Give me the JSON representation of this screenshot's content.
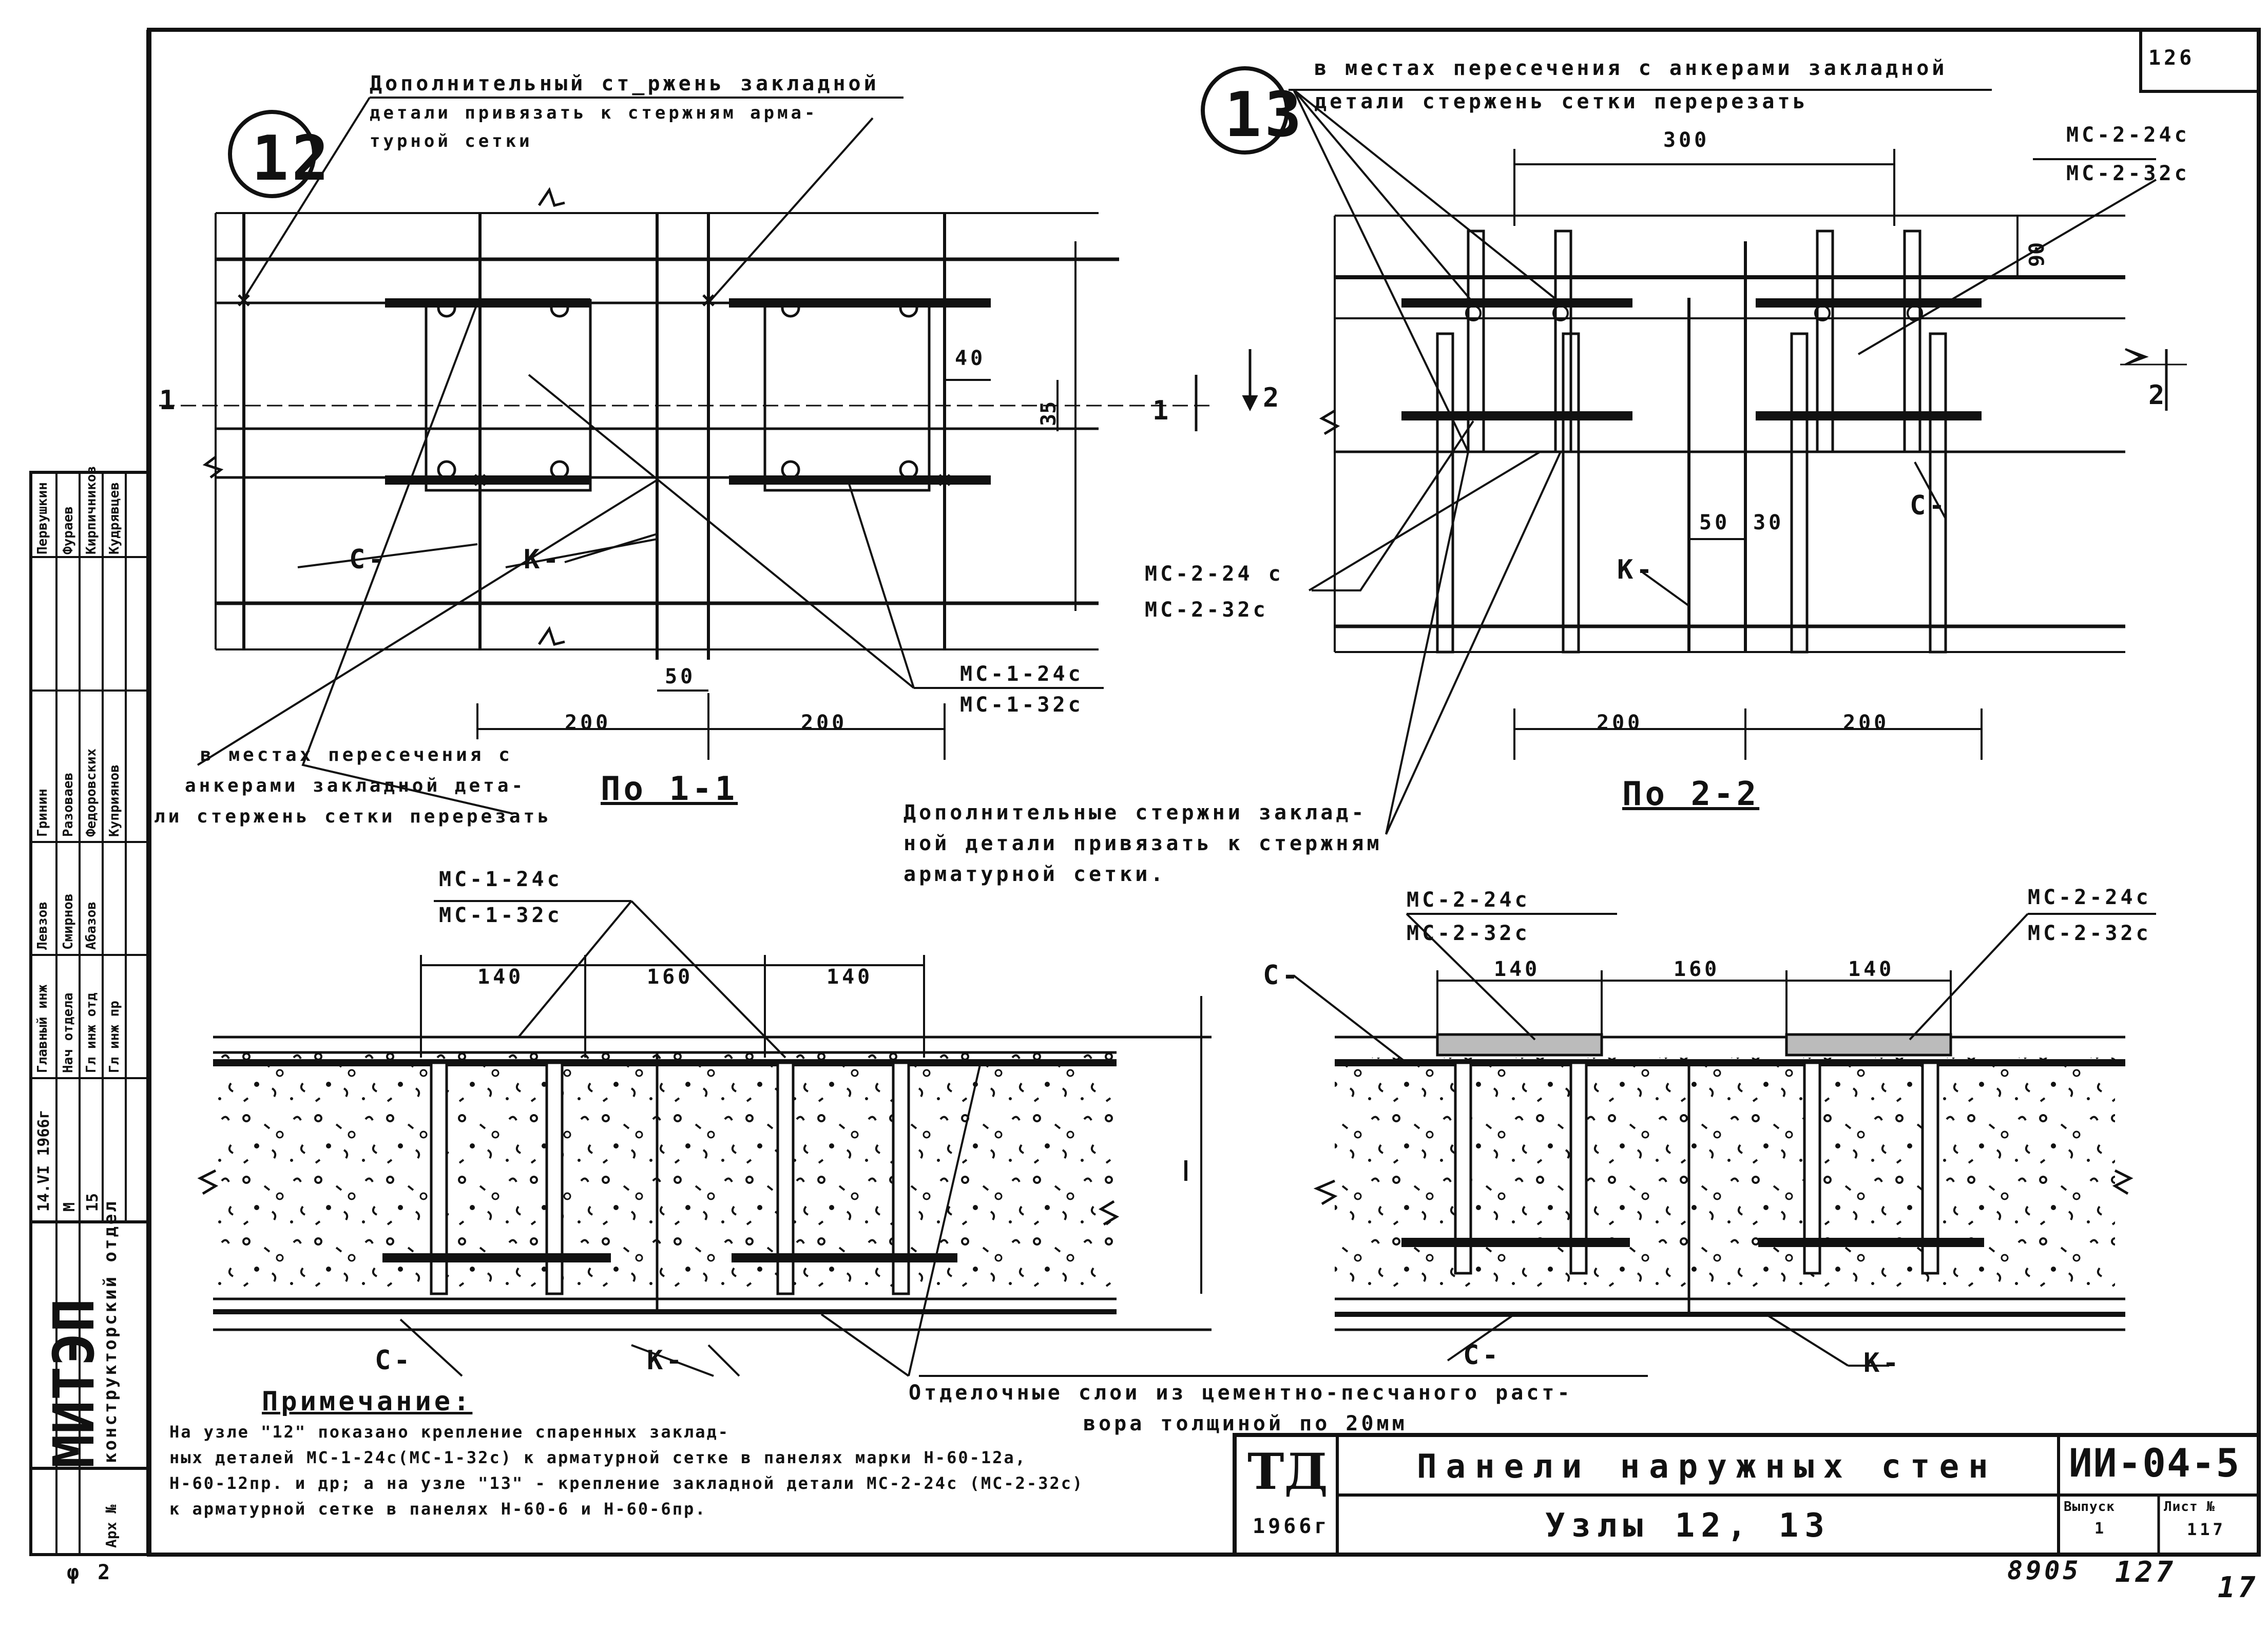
{
  "sheet": {
    "page_number": "126",
    "bottom_number": "8905",
    "bottom_page": "127",
    "left_bottom_mark": "φ 2",
    "corner_mark": "17"
  },
  "node12": {
    "number": "12",
    "callout_top": [
      "Дополнительный ст_ржень закладной",
      "детали привязать к стержням арма-",
      "турной сетки"
    ],
    "callout_left": [
      "в местах пересечения с",
      "анкерами закладной дета-",
      "ли стержень сетки перерезать"
    ],
    "section_title": "По 1-1",
    "dims": {
      "d50": "50",
      "d200a": "200",
      "d200b": "200",
      "d40": "40",
      "d35": "35"
    },
    "label_c": "С-",
    "label_k": "К-",
    "mark_top": "МС-1-24с",
    "mark_bot": "МС-1-32с",
    "cut1_left": "1",
    "cut1_right": "1",
    "cut2": "2"
  },
  "node13": {
    "number": "13",
    "callout_top": [
      "в местах пересечения с анкерами закладной",
      "детали стержень сетки перерезать"
    ],
    "callout_mid": [
      "Дополнительные стержни заклад-",
      "ной детали привязать к стержням",
      "арматурной сетки."
    ],
    "section_title": "По 2-2",
    "dims": {
      "d300": "300",
      "d90": "90",
      "d50": "50",
      "d30": "30",
      "d200a": "200",
      "d200b": "200"
    },
    "mark_tr_top": "МС-2-24с",
    "mark_tr_bot": "МС-2-32с",
    "mark_l_top": "МС-2-24 с",
    "mark_l_bot": "МС-2-32с",
    "label_c": "С-",
    "label_k": "К-",
    "cut2": "2"
  },
  "section1": {
    "mark_top": "МС-1-24с",
    "mark_bot": "МС-1-32с",
    "dims": [
      "140",
      "160",
      "140"
    ],
    "label_c": "С-",
    "label_k": "К-"
  },
  "section2": {
    "mark_l_top": "МС-2-24с",
    "mark_l_bot": "МС-2-32с",
    "mark_r_top": "МС-2-24с",
    "mark_r_bot": "МС-2-32с",
    "dims": [
      "140",
      "160",
      "140"
    ],
    "label_c_top": "С-",
    "label_c_bot": "С-",
    "label_k": "К-"
  },
  "finish_note": [
    "Отделочные слои из цементно-песчаного раст-",
    "вора толщиной по 20мм"
  ],
  "note": {
    "title": "Примечание:",
    "lines": [
      "На узле \"12\" показано крепление спаренных заклад-",
      "ных деталей МС-1-24с(МС-1-32с) к арматурной сетке в панелях марки Н-60-12а,",
      "Н-60-12пр. и др; а на узле \"13\" - крепление закладной детали МС-2-24с (МС-2-32с)",
      "к арматурной сетке в панелях Н-60-6 и Н-60-6пр."
    ]
  },
  "title_block": {
    "org_logo": "МИТЭП",
    "org_dept": "конструкторский отдел",
    "org_num": "Арх №",
    "td": "ТД",
    "year": "1966г",
    "title": "Панели наружных стен",
    "subtitle": "Узлы 12, 13",
    "doc_code": "ИИ-04-5",
    "issue_label": "Выпуск",
    "issue_value": "1",
    "sheet_label": "Лист №",
    "sheet_value": "117"
  },
  "side_stamp": {
    "col1": [
      "14.VI 1966г",
      "М",
      "15"
    ],
    "col2": [
      "Главный инж",
      "Нач отдела",
      "Гл инж отд",
      "Гл инж пр"
    ],
    "col3": [
      "Первушкин",
      "Фураев",
      "Кирпичников",
      "Кудрявцев"
    ],
    "col4": [
      "Гринин",
      "Разоваев",
      "Федоровских",
      "Куприянов"
    ],
    "col5": [
      "Левзов",
      "Смирнов",
      "Абазов"
    ]
  }
}
